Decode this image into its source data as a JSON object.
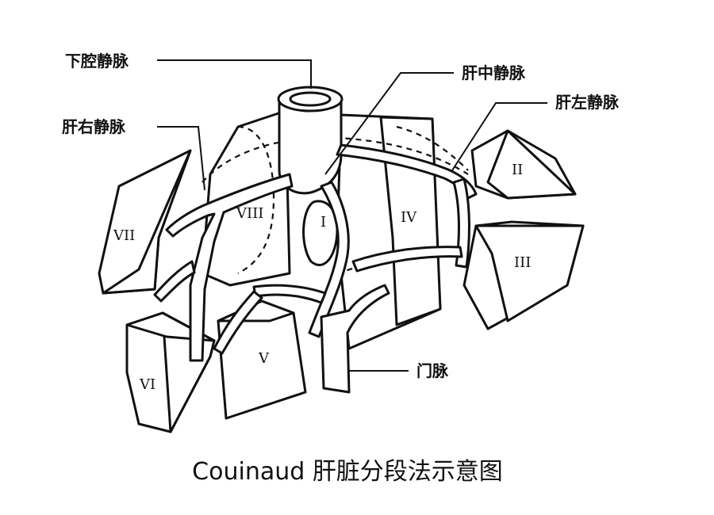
{
  "labels": {
    "ivc": "下腔静脉",
    "middle_hepatic_vein": "肝中静脉",
    "left_hepatic_vein": "肝左静脉",
    "right_hepatic_vein": "肝右静脉",
    "portal_vein": "门脉"
  },
  "segments": {
    "s1": "I",
    "s2": "II",
    "s3": "III",
    "s4": "IV",
    "s5": "V",
    "s6": "VI",
    "s7": "VII",
    "s8": "VIII"
  },
  "caption": "Couinaud 肝脏分段法示意图"
}
